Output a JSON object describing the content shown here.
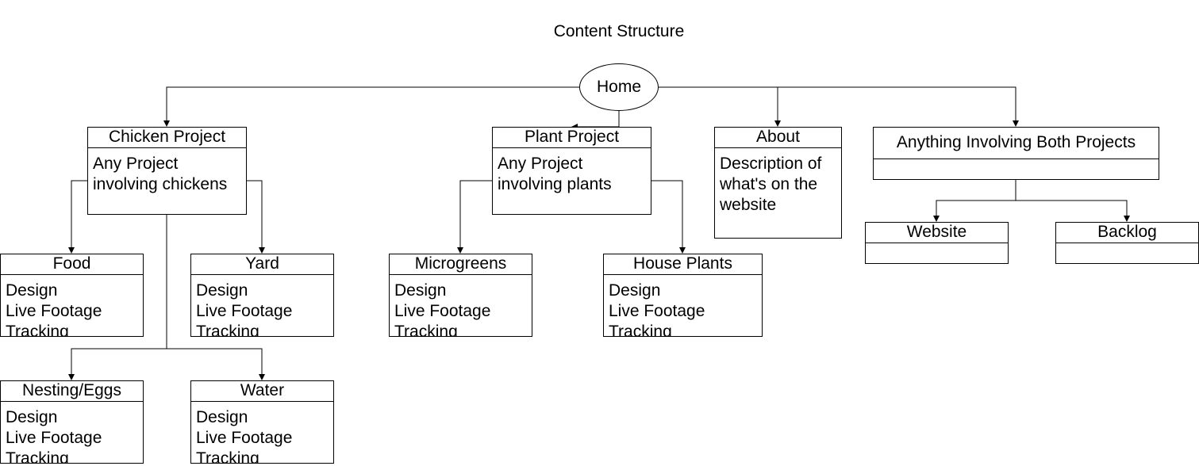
{
  "title": "Content Structure",
  "home": {
    "label": "Home"
  },
  "nodes": {
    "chicken": {
      "title": "Chicken Project",
      "lines": [
        "Any Project",
        "involving chickens"
      ]
    },
    "plant": {
      "title": "Plant Project",
      "lines": [
        "Any Project",
        "involving plants"
      ]
    },
    "about": {
      "title": "About",
      "lines": [
        "Description of",
        "what's on the",
        "website"
      ]
    },
    "both": {
      "title": "Anything Involving Both Projects",
      "lines": []
    },
    "food": {
      "title": "Food",
      "lines": [
        "Design",
        "Live Footage",
        "Tracking"
      ]
    },
    "yard": {
      "title": "Yard",
      "lines": [
        "Design",
        "Live Footage",
        "Tracking"
      ]
    },
    "nesting": {
      "title": "Nesting/Eggs",
      "lines": [
        "Design",
        "Live Footage",
        "Tracking"
      ]
    },
    "water": {
      "title": "Water",
      "lines": [
        "Design",
        "Live Footage",
        "Tracking"
      ]
    },
    "microgreens": {
      "title": "Microgreens",
      "lines": [
        "Design",
        "Live Footage",
        "Tracking"
      ]
    },
    "houseplants": {
      "title": "House Plants",
      "lines": [
        "Design",
        "Live Footage",
        "Tracking"
      ]
    },
    "website": {
      "title": "Website",
      "lines": []
    },
    "backlog": {
      "title": "Backlog",
      "lines": []
    }
  },
  "colors": {
    "stroke": "#000000",
    "fill": "#ffffff"
  }
}
